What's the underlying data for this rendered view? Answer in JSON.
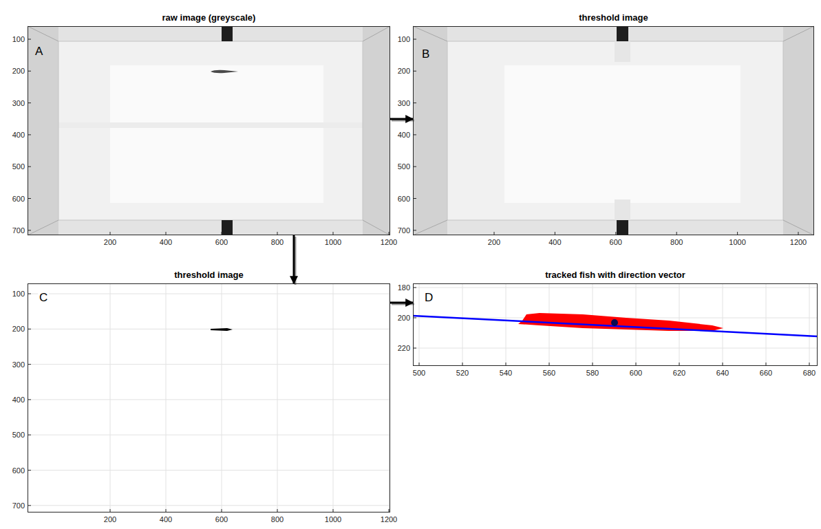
{
  "diagram": {
    "nodes": [
      {
        "text": [
          "raw image (greyscale)",
          "A"
        ]
      },
      {
        "text": [
          "threshold image",
          "B"
        ]
      },
      {
        "text": [
          "threshold image",
          "C"
        ]
      },
      {
        "text": [
          "tracked fish with direction vector",
          "D"
        ]
      }
    ],
    "edges": [
      {
        "from": 0,
        "to": 1,
        "arrow": "to"
      },
      {
        "from": 0,
        "to": 2,
        "arrow": "to"
      },
      {
        "from": 2,
        "to": 3,
        "arrow": "to"
      }
    ],
    "labels": [
      "100",
      "200",
      "300",
      "400",
      "500",
      "600",
      "700",
      "200",
      "400",
      "600",
      "800",
      "1000",
      "1200",
      "100",
      "200",
      "300",
      "400",
      "500",
      "600",
      "700",
      "200",
      "400",
      "600",
      "800",
      "1000",
      "1200",
      "100",
      "200",
      "300",
      "400",
      "500",
      "600",
      "700",
      "200",
      "400",
      "600",
      "800",
      "1000",
      "1200",
      "180",
      "200",
      "220",
      "500",
      "520",
      "540",
      "560",
      "580",
      "600",
      "620",
      "640",
      "660",
      "680"
    ]
  }
}
